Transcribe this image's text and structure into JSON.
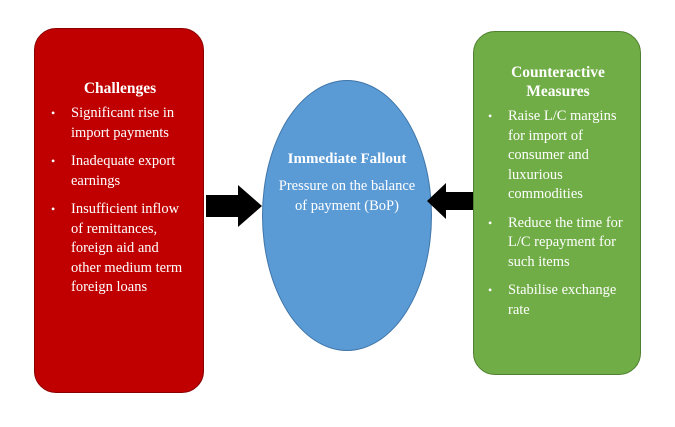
{
  "challenges": {
    "title": "Challenges",
    "items": [
      "Significant rise in import payments",
      "Inadequate export earnings",
      "Insufficient inflow of remittances, foreign aid and other medium term foreign loans"
    ],
    "color": "#c00000"
  },
  "fallout": {
    "title": "Immediate Fallout",
    "text": "Pressure on the balance of payment (BoP)",
    "color": "#5b9bd5"
  },
  "measures": {
    "title": "Counteractive Measures",
    "items": [
      "Raise L/C margins for import of consumer and luxurious commodities",
      "Reduce the time for L/C repayment for such items",
      "Stabilise exchange rate"
    ],
    "color": "#70ad47"
  },
  "bullet_char": "•",
  "arrow_icons": [
    "right-arrow-icon",
    "left-arrow-icon"
  ]
}
